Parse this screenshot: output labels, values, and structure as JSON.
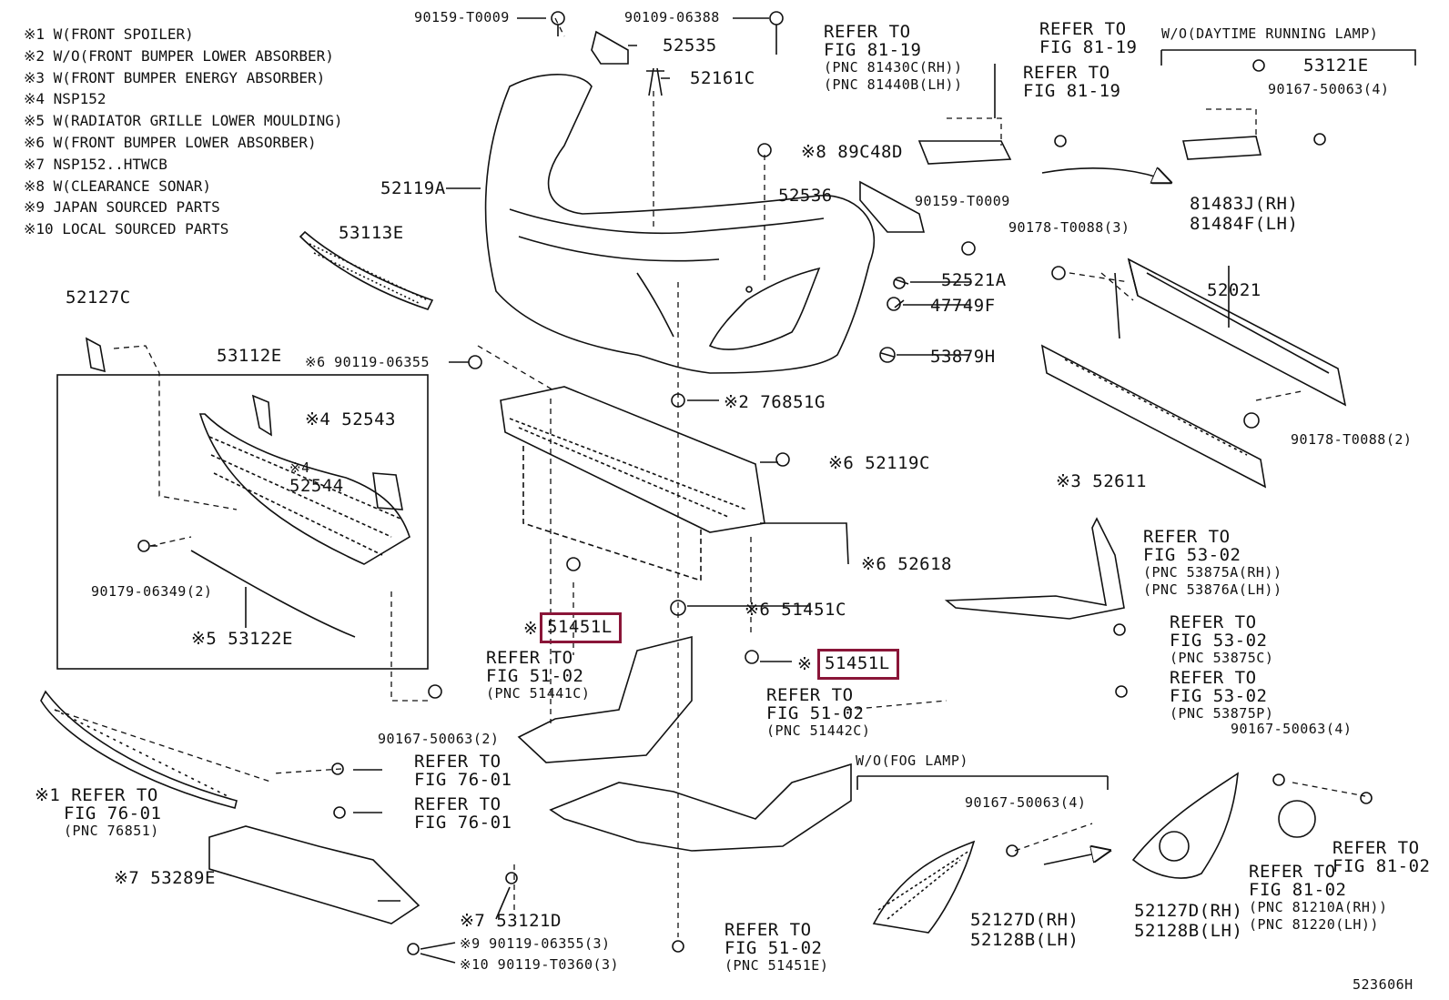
{
  "legend": [
    "※1 W(FRONT SPOILER)",
    "※2 W/O(FRONT BUMPER LOWER ABSORBER)",
    "※3 W(FRONT BUMPER ENERGY ABSORBER)",
    "※4 NSP152",
    "※5 W(RADIATOR GRILLE LOWER MOULDING)",
    "※6 W(FRONT BUMPER LOWER ABSORBER)",
    "※7 NSP152..HTWCB",
    "※8 W(CLEARANCE SONAR)",
    "※9  JAPAN SOURCED PARTS",
    "※10 LOCAL SOURCED PARTS"
  ],
  "parts": {
    "p90159a": "90159-T0009",
    "p90109": "90109-06388",
    "p52535": "52535",
    "p52161c": "52161C",
    "p89c48d": "※8 89C48D",
    "p52119a": "52119A",
    "p53113e": "53113E",
    "p52536": "52536",
    "p90159b": "90159-T0009",
    "p52521a": "52521A",
    "p47749f": "47749F",
    "p53879h": "53879H",
    "p52127c": "52127C",
    "p53112e": "53112E",
    "p90119a": "※6 90119-06355",
    "p76851g": "※2 76851G",
    "p52543": "※4 52543",
    "p52544n": "※4",
    "p52544": "52544",
    "p52119c": "※6 52119C",
    "p90179": "90179-06349(2)",
    "p52618": "※6 52618",
    "p53122e": "※5 53122E",
    "p51451c": "※6 51451C",
    "p51451l_pre": "※",
    "p51451l_a": "51451L",
    "p51451l_b": "51451L",
    "p90167a": "90167-50063(2)",
    "p53289e": "※7 53289E",
    "p53121d": "※7 53121D",
    "p90119b": "※9  90119-06355(3)",
    "p90119c": "※10 90119-T0360(3)",
    "p53121e": "53121E",
    "p90167b": "90167-50063(4)",
    "p81483j": "81483J(RH)",
    "p81484f": "81484F(LH)",
    "p90178a": "90178-T0088(3)",
    "p52021": "52021",
    "p90178b": "90178-T0088(2)",
    "p52611": "※3 52611",
    "p90167c": "90167-50063(4)",
    "p90167d": "90167-50063(4)",
    "p52127d": "52127D(RH)",
    "p52128b": "52128B(LH)",
    "p52127d2": "52127D(RH)",
    "p52128b2": "52128B(LH)",
    "drl": "W/O(DAYTIME RUNNING LAMP)",
    "fog": "W/O(FOG LAMP)",
    "code": "523606H"
  },
  "refs": {
    "r1": [
      "REFER TO",
      "FIG 81-19",
      "(PNC 81430C(RH))",
      "(PNC 81440B(LH))"
    ],
    "r2": [
      "REFER TO",
      "FIG 81-19"
    ],
    "r3": [
      "REFER TO",
      "FIG 81-19"
    ],
    "r4": [
      "REFER TO",
      "FIG 53-02",
      "(PNC 53875A(RH))",
      "(PNC 53876A(LH))"
    ],
    "r5": [
      "REFER TO",
      "FIG 53-02",
      "(PNC 53875C)"
    ],
    "r6": [
      "REFER TO",
      "FIG 53-02",
      "(PNC 53875P)"
    ],
    "r7": [
      "REFER TO",
      "FIG 51-02",
      "(PNC 51441C)"
    ],
    "r8": [
      "REFER TO",
      "FIG 51-02",
      "(PNC 51442C)"
    ],
    "r9": [
      "REFER TO",
      "FIG 76-01"
    ],
    "r10": [
      "REFER TO",
      "FIG 76-01"
    ],
    "r11": [
      "※1 REFER TO",
      "FIG 76-01",
      "(PNC 76851)"
    ],
    "r12": [
      "REFER TO",
      "FIG 51-02",
      "(PNC 51451E)"
    ],
    "r13": [
      "REFER TO",
      "FIG 81-02",
      "(PNC 81210A(RH))",
      "(PNC 81220(LH))"
    ],
    "r14": [
      "REFER TO",
      "FIG 81-02"
    ]
  },
  "colors": {
    "highlight": "#8a1538",
    "line": "#111111"
  }
}
